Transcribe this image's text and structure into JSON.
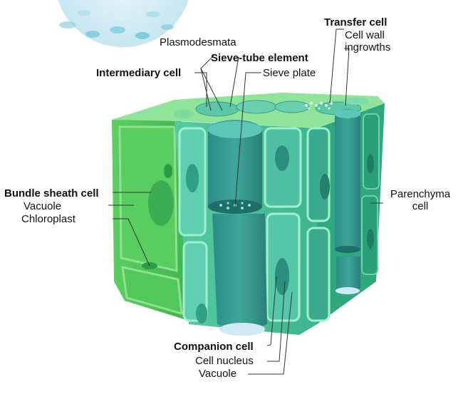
{
  "labels": {
    "plasmodesmata": "Plasmodesmata",
    "sieve_tube_element": "Sieve-tube element",
    "intermediary_cell": "Intermediary cell",
    "sieve_plate": "Sieve plate",
    "transfer_cell": "Transfer cell",
    "cell_wall_ingrowths": "Cell wall\ningrowths",
    "bundle_sheath_cell": "Bundle sheath cell",
    "vacuole_left": "Vacuole",
    "chloroplast": "Chloroplast",
    "parenchyma_cell": "Parenchyma\ncell",
    "companion_cell": "Companion cell",
    "cell_nucleus": "Cell nucleus",
    "vacuole_bottom": "Vacuole"
  },
  "colors": {
    "bundle_sheath_green": "#4cc25a",
    "light_green": "#8fe08f",
    "teal": "#3fa39a",
    "dark_teal": "#2c7f7c",
    "mint": "#a8ecc0",
    "pale_blue": "#cfeaf5"
  }
}
